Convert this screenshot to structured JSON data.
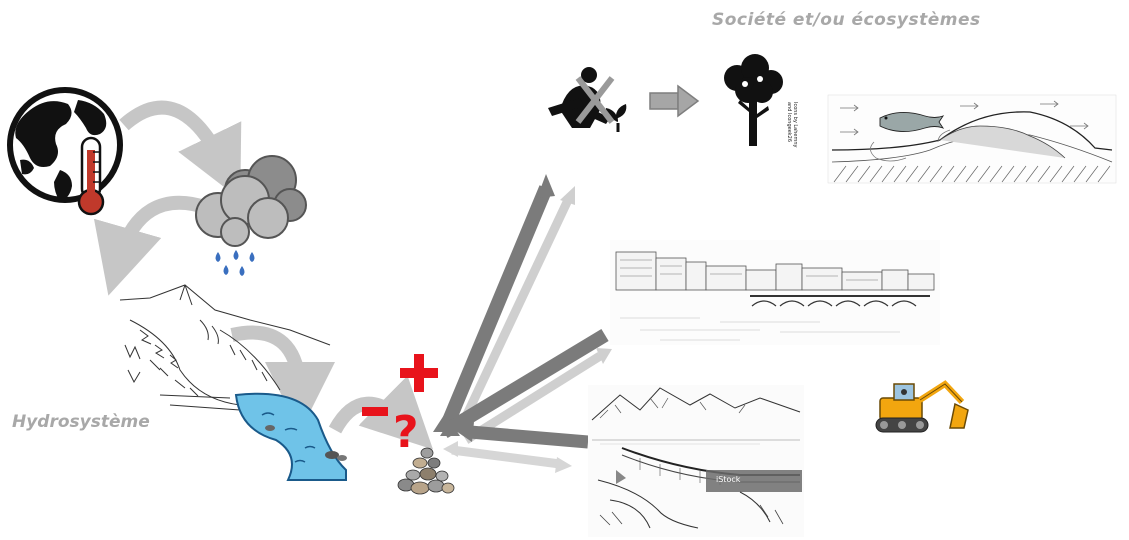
{
  "labels": {
    "societe": "Société et/ou écosystèmes",
    "hydro": "Hydrosystème",
    "plus": "+",
    "minus": "-",
    "question": "?"
  },
  "icon_credit": {
    "line1": "Icons by Lahemny",
    "line2": "and Icongeek26"
  },
  "watermark": "iStock",
  "colors": {
    "label_gray": "#a8a8a8",
    "arrow_dark": "#7b7b7b",
    "arrow_light": "#c8c8c8",
    "curve_arrow": "#c6c6c6",
    "red": "#e8131b",
    "thermometer": "#c0392b",
    "water": "#6fc3e8",
    "rain": "#3a6fbf",
    "excavator": "#f2a60f"
  },
  "icons": [
    "globe-icon",
    "thermometer-icon",
    "rain-cloud-icon",
    "mountain-sketch",
    "river-icon",
    "sediment-pile-icon",
    "person-planting-crossed-icon",
    "tree-icon",
    "fish-riverbed-sketch",
    "city-bridge-sketch",
    "dam-sketch",
    "excavator-icon"
  ]
}
